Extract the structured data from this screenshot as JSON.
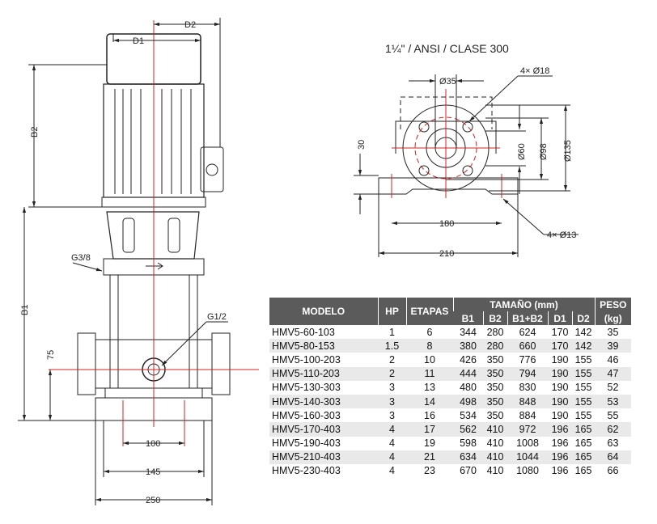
{
  "flange_title": "1¼\" / ANSI / CLASE 300",
  "pump_labels": {
    "d1": "D1",
    "d2": "D2",
    "b1": "B1",
    "b2": "B2",
    "g38": "G3/8",
    "g12": "G1/2",
    "h75": "75",
    "w100": "100",
    "w145": "145",
    "w250": "250"
  },
  "flange_labels": {
    "d35": "Ø35",
    "holes18": "4× Ø18",
    "h30": "30",
    "d60": "Ø60",
    "d98": "Ø98",
    "d135": "Ø135",
    "w180": "180",
    "w210": "210",
    "holes13": "4× Ø13"
  },
  "colors": {
    "header_bg": "#5b5b5b",
    "row_alt": "#e9e9e9",
    "centerline": "#d42020"
  },
  "table": {
    "headers": {
      "modelo": "MODELO",
      "hp": "HP",
      "etapas": "ETAPAS",
      "tamano": "TAMAÑO (mm)",
      "peso": "PESO",
      "peso_unit": "(kg)",
      "b1": "B1",
      "b2": "B2",
      "b1b2": "B1+B2",
      "d1": "D1",
      "d2": "D2"
    },
    "rows": [
      [
        "HMV5-60-103",
        "1",
        "6",
        "344",
        "280",
        "624",
        "170",
        "142",
        "35"
      ],
      [
        "HMV5-80-153",
        "1.5",
        "8",
        "380",
        "280",
        "660",
        "170",
        "142",
        "39"
      ],
      [
        "HMV5-100-203",
        "2",
        "10",
        "426",
        "350",
        "776",
        "190",
        "155",
        "46"
      ],
      [
        "HMV5-110-203",
        "2",
        "11",
        "444",
        "350",
        "794",
        "190",
        "155",
        "47"
      ],
      [
        "HMV5-130-303",
        "3",
        "13",
        "480",
        "350",
        "830",
        "190",
        "155",
        "52"
      ],
      [
        "HMV5-140-303",
        "3",
        "14",
        "498",
        "350",
        "848",
        "190",
        "155",
        "53"
      ],
      [
        "HMV5-160-303",
        "3",
        "16",
        "534",
        "350",
        "884",
        "190",
        "155",
        "55"
      ],
      [
        "HMV5-170-403",
        "4",
        "17",
        "562",
        "410",
        "972",
        "196",
        "165",
        "62"
      ],
      [
        "HMV5-190-403",
        "4",
        "19",
        "598",
        "410",
        "1008",
        "196",
        "165",
        "63"
      ],
      [
        "HMV5-210-403",
        "4",
        "21",
        "634",
        "410",
        "1044",
        "196",
        "165",
        "64"
      ],
      [
        "HMV5-230-403",
        "4",
        "23",
        "670",
        "410",
        "1080",
        "196",
        "165",
        "66"
      ]
    ]
  }
}
